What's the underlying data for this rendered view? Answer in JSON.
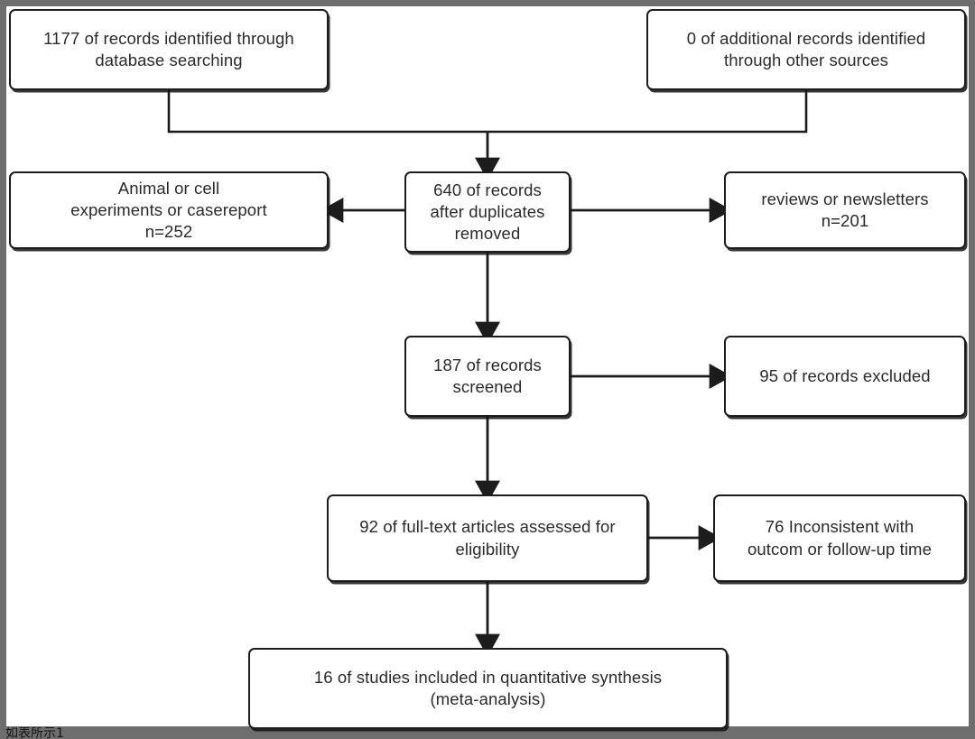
{
  "diagram": {
    "type": "prisma-flow-diagram",
    "title": "PRISMA study selection flow diagram",
    "colors": {
      "frame": "#6e6e6e",
      "panel": "#ffffff",
      "box_border": "#1c1c1c",
      "text": "#2a2a2a",
      "connector": "#1c1c1c"
    },
    "nodes": {
      "identified": {
        "id": "records-identified-database",
        "count": "1177",
        "text": "1177 of records identified through\ndatabase searching"
      },
      "additional": {
        "id": "records-identified-other",
        "count": "0",
        "text": "0 of additional records identified\nthrough other sources"
      },
      "duplicates_removed": {
        "id": "records-after-duplicates-removed",
        "count": "640",
        "text": "640 of records\nafter duplicates\nremoved"
      },
      "animal_excluded": {
        "id": "animal-cell-casereport-excluded",
        "count": "252",
        "text": "Animal or cell\nexperiments or casereport\nn=252"
      },
      "reviews_excluded": {
        "id": "reviews-newsletters-excluded",
        "count": "201",
        "text": "reviews or newsletters\nn=201"
      },
      "screened": {
        "id": "records-screened",
        "count": "187",
        "text": "187 of records\nscreened"
      },
      "records_excluded": {
        "id": "records-excluded",
        "count": "95",
        "text": "95 of records excluded"
      },
      "fulltext_assessed": {
        "id": "full-text-articles-assessed",
        "count": "92",
        "text": "92 of full-text articles assessed for\neligibility"
      },
      "inconsistent_excluded": {
        "id": "inconsistent-outcome-followup-excluded",
        "count": "76",
        "text": "76 Inconsistent with\noutcom or follow-up time"
      },
      "included": {
        "id": "studies-included-quantitative-synthesis",
        "count": "16",
        "text": "16 of studies included in quantitative synthesis\n(meta-analysis)"
      }
    },
    "edges": [
      {
        "from": "identified",
        "to": "duplicates_removed",
        "direction": "down",
        "style": "elbow-merge"
      },
      {
        "from": "additional",
        "to": "duplicates_removed",
        "direction": "down",
        "style": "elbow-merge"
      },
      {
        "from": "duplicates_removed",
        "to": "animal_excluded",
        "direction": "left"
      },
      {
        "from": "duplicates_removed",
        "to": "reviews_excluded",
        "direction": "right"
      },
      {
        "from": "duplicates_removed",
        "to": "screened",
        "direction": "down"
      },
      {
        "from": "screened",
        "to": "records_excluded",
        "direction": "right"
      },
      {
        "from": "screened",
        "to": "fulltext_assessed",
        "direction": "down"
      },
      {
        "from": "fulltext_assessed",
        "to": "inconsistent_excluded",
        "direction": "right"
      },
      {
        "from": "fulltext_assessed",
        "to": "included",
        "direction": "down"
      }
    ],
    "caption": "如表所示1"
  }
}
